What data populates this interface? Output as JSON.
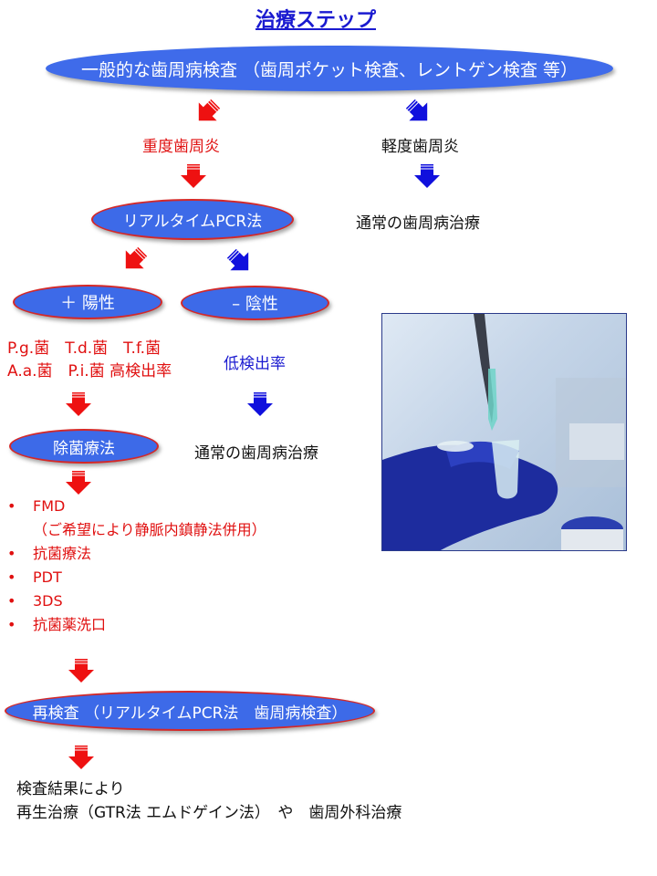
{
  "title": "治療ステップ",
  "general_exam": "一般的な歯周病検査 （歯周ポケット検査、レントゲン検査 等）",
  "severe": "重度歯周炎",
  "mild": "軽度歯周炎",
  "pcr": "リアルタイムPCR法",
  "normal_treatment_1": "通常の歯周病治療",
  "positive": "＋ 陽性",
  "negative": "– 陰性",
  "bacteria_line1": "P.g.菌　T.d.菌　T.f.菌",
  "bacteria_line2": "A.a.菌　P.i.菌 高検出率",
  "low_detection": "低検出率",
  "eradication": "除菌療法",
  "normal_treatment_2": "通常の歯周病治療",
  "treatments": [
    "FMD",
    "（ご希望により静脈内鎮静法併用）",
    "抗菌療法",
    "PDT",
    "3DS",
    "抗菌薬洗口"
  ],
  "bullet": "•",
  "reexam": "再検査 （リアルタイムPCR法　歯周病検査）",
  "result_line1": "検査結果により",
  "result_line2": "再生治療（GTR法 エムドゲイン法）　や　歯周外科治療",
  "colors": {
    "red": "#e01010",
    "blue": "#1a1ad0",
    "ellipse": "#3d6ae8"
  }
}
